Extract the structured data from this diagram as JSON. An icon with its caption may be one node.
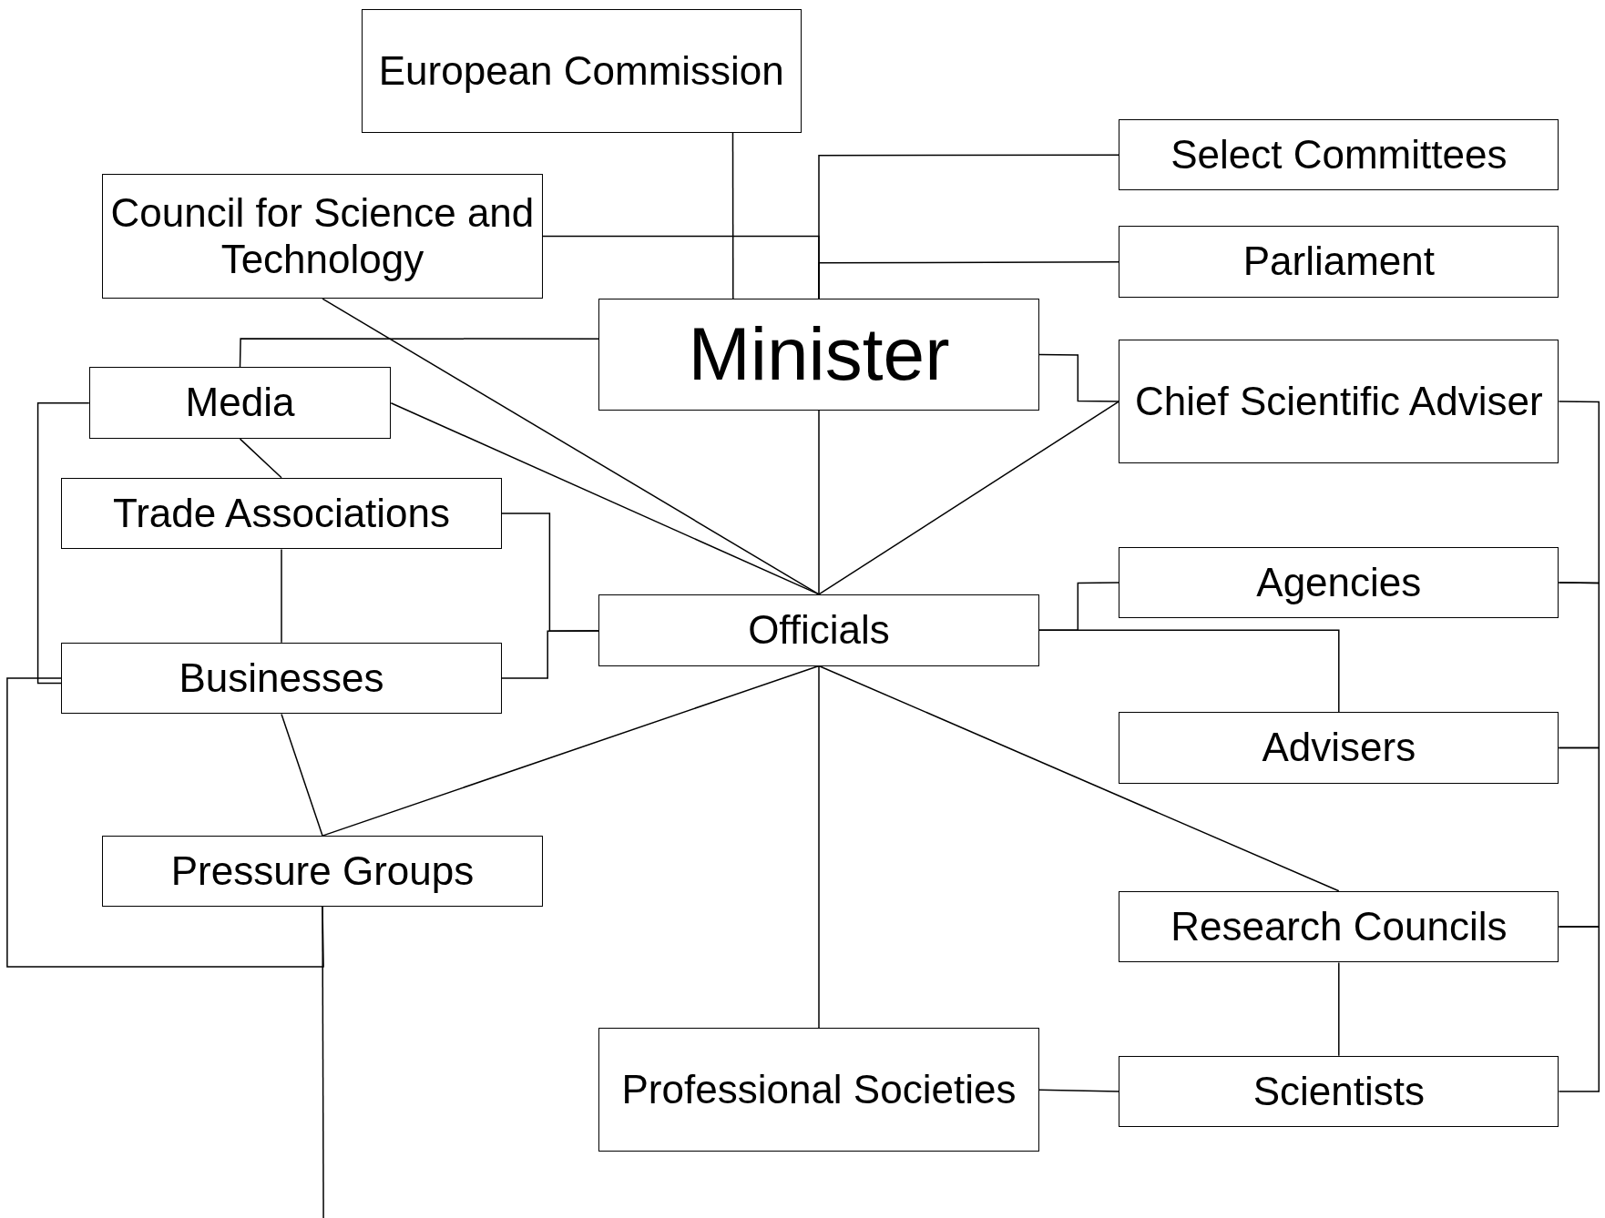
{
  "diagram": {
    "nodes": [
      {
        "text": [
          "European Commission"
        ]
      },
      {
        "text": [
          "Select Committees"
        ]
      },
      {
        "text": [
          "Council for Science and Technology"
        ]
      },
      {
        "text": [
          "Parliament"
        ]
      },
      {
        "text": [
          "Minister"
        ]
      },
      {
        "text": [
          "Media"
        ]
      },
      {
        "text": [
          "Chief Scientific Adviser"
        ]
      },
      {
        "text": [
          "Trade Associations"
        ]
      },
      {
        "text": [
          "Officials"
        ]
      },
      {
        "text": [
          "Agencies"
        ]
      },
      {
        "text": [
          "Businesses"
        ]
      },
      {
        "text": [
          "Advisers"
        ]
      },
      {
        "text": [
          "Pressure Groups"
        ]
      },
      {
        "text": [
          "Research Councils"
        ]
      },
      {
        "text": [
          "Professional Societies"
        ]
      },
      {
        "text": [
          "Scientists"
        ]
      }
    ],
    "edges": [
      {
        "from": 0,
        "to": 4,
        "arrow": "none"
      },
      {
        "from": 1,
        "to": 4,
        "arrow": "none"
      },
      {
        "from": 3,
        "to": 4,
        "arrow": "none"
      },
      {
        "from": 2,
        "to": 4,
        "arrow": "none"
      },
      {
        "from": 2,
        "to": 8,
        "arrow": "none"
      },
      {
        "from": 4,
        "to": 5,
        "arrow": "none"
      },
      {
        "from": 4,
        "to": 6,
        "arrow": "none"
      },
      {
        "from": 5,
        "to": 8,
        "arrow": "none"
      },
      {
        "from": 6,
        "to": 8,
        "arrow": "none"
      },
      {
        "from": 4,
        "to": 8,
        "arrow": "none"
      },
      {
        "from": 5,
        "to": 7,
        "arrow": "none"
      },
      {
        "from": 5,
        "to": 10,
        "arrow": "none"
      },
      {
        "from": 12,
        "to": 10,
        "arrow": "none"
      },
      {
        "from": 12,
        "to": null,
        "arrow": "none"
      },
      {
        "from": 7,
        "to": 8,
        "arrow": "none"
      },
      {
        "from": 10,
        "to": 8,
        "arrow": "none"
      },
      {
        "from": 7,
        "to": 10,
        "arrow": "none"
      },
      {
        "from": 8,
        "to": 9,
        "arrow": "none"
      },
      {
        "from": 8,
        "to": 11,
        "arrow": "none"
      },
      {
        "from": 8,
        "to": 12,
        "arrow": "none"
      },
      {
        "from": 10,
        "to": 12,
        "arrow": "none"
      },
      {
        "from": 8,
        "to": 13,
        "arrow": "none"
      },
      {
        "from": 8,
        "to": 14,
        "arrow": "none"
      },
      {
        "from": 13,
        "to": 15,
        "arrow": "none"
      },
      {
        "from": 14,
        "to": 15,
        "arrow": "none"
      },
      {
        "from": 6,
        "to": 9,
        "arrow": "none"
      },
      {
        "from": 9,
        "to": 11,
        "arrow": "none"
      },
      {
        "from": 11,
        "to": 13,
        "arrow": "none"
      },
      {
        "from": 13,
        "to": 15,
        "arrow": "none"
      }
    ]
  }
}
